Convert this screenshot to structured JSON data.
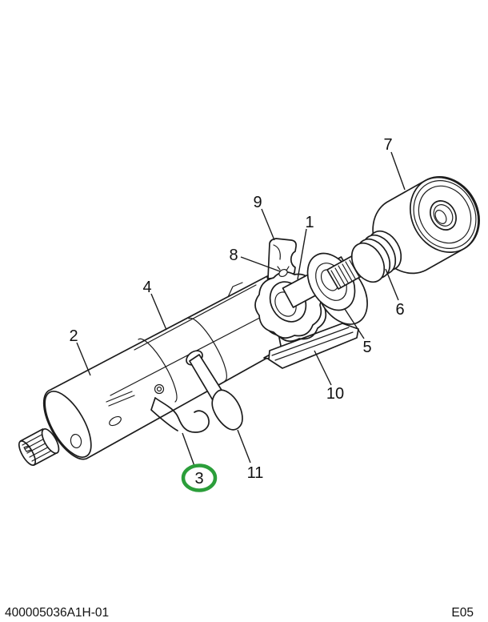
{
  "footer": {
    "document_number": "400005036A1H-01",
    "page_code": "E05"
  },
  "diagram": {
    "description": "exploded-parts-line-drawing",
    "highlight_color": "#2b9e3a",
    "callouts": [
      {
        "label": "1",
        "highlighted": false
      },
      {
        "label": "2",
        "highlighted": false
      },
      {
        "label": "3",
        "highlighted": true
      },
      {
        "label": "4",
        "highlighted": false
      },
      {
        "label": "5",
        "highlighted": false
      },
      {
        "label": "6",
        "highlighted": false
      },
      {
        "label": "7",
        "highlighted": false
      },
      {
        "label": "8",
        "highlighted": false
      },
      {
        "label": "9",
        "highlighted": false
      },
      {
        "label": "10",
        "highlighted": false
      },
      {
        "label": "11",
        "highlighted": false
      }
    ]
  }
}
